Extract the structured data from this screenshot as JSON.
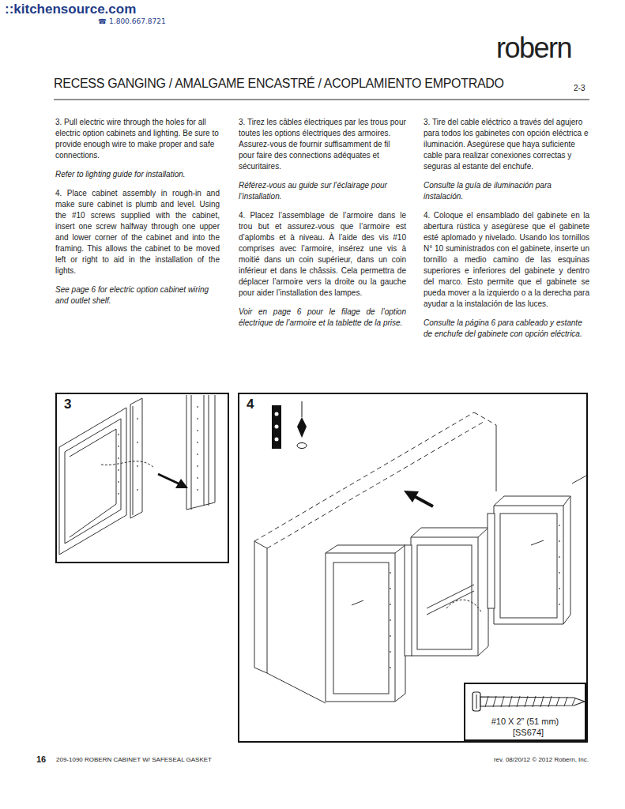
{
  "diagram": {
    "title": "RECESS GANGING / AMALGAME ENCASTRÉ / ACOPLAMIENTO EMPOTRADO",
    "nodes": [
      {
        "text": [
          "3"
        ]
      },
      {
        "text": [
          "4"
        ]
      },
      {
        "text": [
          "#10 X 2” (51 mm)",
          "[SS674]"
        ],
        "in": 1
      }
    ],
    "labels": [
      "::kitchensource.com",
      "☎ 1.800.667.8721",
      "robern",
      "2-3",
      "3. Pull electric wire through the holes for all electric option cabinets and lighting. Be sure to provide enough wire to make proper and safe connections.",
      "Refer to lighting guide for installation.",
      "4. Place cabinet assembly in rough-in and make sure cabinet is plumb and level. Using the #10 screws supplied with the cabinet, insert one screw halfway through one upper and lower corner of the cabinet and into the framing. This allows the cabinet to be moved left or right to aid in the installation of the lights.",
      "See page 6 for electric option cabinet wiring and outlet shelf.",
      "3. Tirez les câbles électriques par les trous pour toutes les options électriques des armoires. Assurez-vous de fournir suffisamment de fil pour faire des connections adéquates et sécuritaires.",
      "Référez-vous au guide sur l’éclairage pour l’installation.",
      "4. Placez l’assemblage de l’armoire dans le trou but et assurez-vous que l’armoire est d’aplombs et à niveau. À l’aide des vis #10 comprises avec l’armoire, insérez une vis à moitié dans un coin supérieur, dans un coin inférieur et dans le châssis. Cela permettra de déplacer l’armoire vers la droite ou la gauche pour aider l’installation des lampes.",
      "Voir en page 6 pour le filage de l’option électrique de l’armoire et la tablette de la prise.",
      "3. Tire del cable eléctrico a través del agujero para todos los gabinetes con opción eléctrica e iluminación. Asegúrese que haya suficiente cable para realizar conexiones correctas y seguras al estante del enchufe.",
      "Consulte la guía de iluminación para instalación.",
      "4. Coloque el ensamblado del gabinete en la abertura rústica y asegúrese que el gabinete esté aplomado y nivelado. Usando los tornillos N° 10 suministrados con el gabinete, inserte un tornillo a medio camino de las esquinas superiores e inferiores del gabinete y dentro del marco. Esto permite que el gabinete se pueda mover a la izquierdo o a la derecha para ayudar a la instalación de las luces.",
      "Consulte la página 6 para cableado y estante de enchufe del gabinete con opción eléctrica.",
      "16",
      "209-1090 ROBERN CABINET W/ SAFESEAL GASKET",
      "rev. 08/20/12 © 2012 Robern, Inc."
    ]
  }
}
